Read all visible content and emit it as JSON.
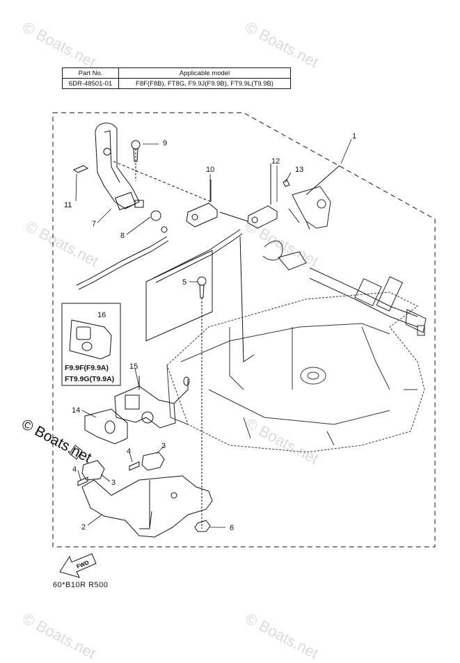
{
  "watermark": {
    "text": "© Boats.net",
    "bold_text": "© Boats.net"
  },
  "applicability_table": {
    "headers": [
      "Part No.",
      "Applicable model"
    ],
    "rows": [
      [
        "6DR-48501-01",
        "F8F(F8B), FT8G, F9.9J(F9.9B), FT9.9L(T9.9B)"
      ]
    ]
  },
  "callouts": [
    "1",
    "2",
    "3",
    "3",
    "4",
    "4",
    "5",
    "6",
    "7",
    "8",
    "9",
    "10",
    "11",
    "12",
    "13",
    "14",
    "15",
    "16"
  ],
  "inset": {
    "number": "16",
    "model_line_1": "F9.9F(F9.9A)",
    "model_line_2": "FT9.9G(T9.9A)"
  },
  "fwd_label": "FWD",
  "diagram_code": "60*B10R R500"
}
